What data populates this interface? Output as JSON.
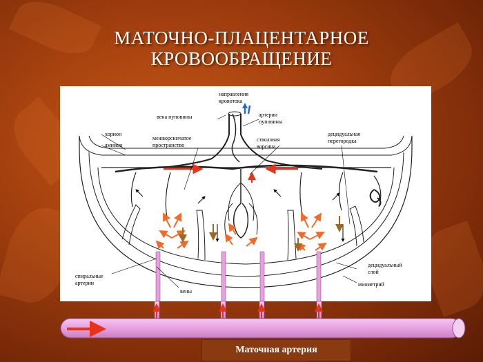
{
  "title": {
    "line1": "МАТОЧНО-ПЛАЦЕНТАРНОЕ",
    "line2": "КРОВООБРАЩЕНИЕ"
  },
  "diagram": {
    "labels": {
      "blood_flow_direction_1": "направления",
      "blood_flow_direction_2": "кровотока",
      "umbilical_vein": "вена пуповины",
      "umbilical_arteries_1": "артерии",
      "umbilical_arteries_2": "пуповины",
      "chorion": "хорион",
      "amnion": "амнион",
      "intervillous_space_1": "межворсинчатое",
      "intervillous_space_2": "пространство",
      "stem_villus_1": "стволовая",
      "stem_villus_2": "ворсина",
      "decidual_septum_1": "децидуальная",
      "decidual_septum_2": "перегородка",
      "spiral_arteries_1": "спиральные",
      "spiral_arteries_2": "артерии",
      "veins": "вены",
      "decidual_layer_1": "децидуальный",
      "decidual_layer_2": "слой",
      "myometrium": "миометрий"
    }
  },
  "uterine_artery_label": "Маточная артерия",
  "colors": {
    "background": "#a8420f",
    "arrow_red": "#e8321a",
    "arrow_orange": "#f06a2a",
    "arrow_brown": "#a0681a",
    "vessel_pink": "#e8a0e0",
    "arrow_blue": "#2a6ad0"
  }
}
